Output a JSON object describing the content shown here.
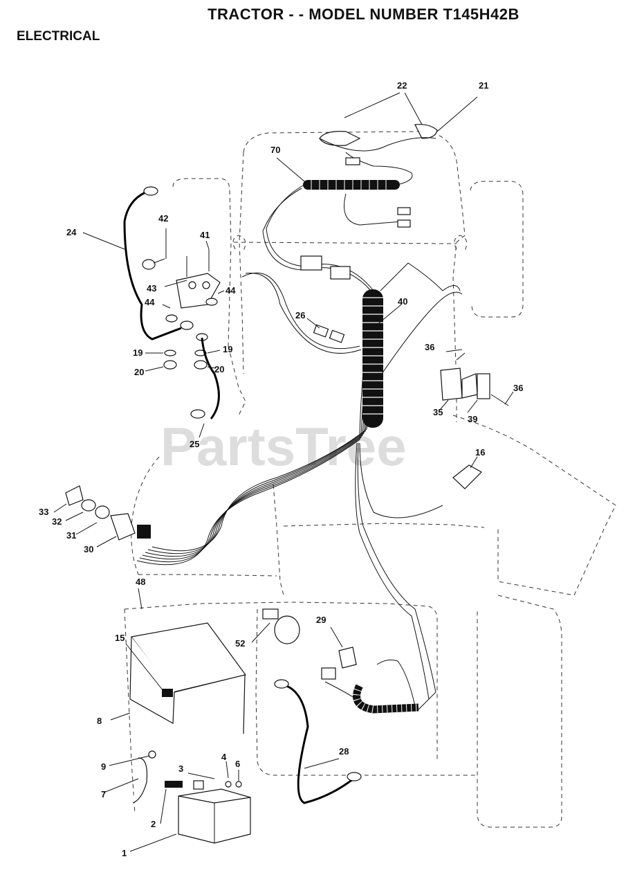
{
  "header": {
    "title": "TRACTOR - - MODEL NUMBER T145H42B",
    "section": "ELECTRICAL"
  },
  "watermark": "PartsTree",
  "callouts": {
    "c1": "1",
    "c2": "2",
    "c3": "3",
    "c4": "4",
    "c6": "6",
    "c7": "7",
    "c8": "8",
    "c9": "9",
    "c15": "15",
    "c16": "16",
    "c19a": "19",
    "c19b": "19",
    "c20a": "20",
    "c20b": "20",
    "c21": "21",
    "c22": "22",
    "c24": "24",
    "c25": "25",
    "c26": "26",
    "c28": "28",
    "c29": "29",
    "c30": "30",
    "c31": "31",
    "c32": "32",
    "c33": "33",
    "c35": "35",
    "c36a": "36",
    "c36b": "36",
    "c39": "39",
    "c40": "40",
    "c41": "41",
    "c42": "42",
    "c43": "43",
    "c44a": "44",
    "c44b": "44",
    "c48": "48",
    "c52": "52",
    "c70": "70"
  }
}
